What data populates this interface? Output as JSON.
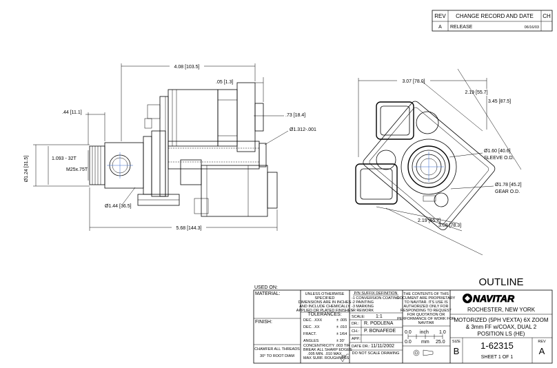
{
  "rev_table": {
    "headers": [
      "REV",
      "CHANGE RECORD AND DATE",
      "CH"
    ],
    "row": {
      "rev": "A",
      "change": "RELEASE",
      "date": "06/16/03",
      "ch": ""
    }
  },
  "left_view": {
    "overall_length": "5.68 [144.3]",
    "length_408": "4.08 [103.5]",
    "dim_05": ".05 [1.3]",
    "dim_44": ".44 [11.1]",
    "dim_73": ".73 [18.4]",
    "dim_dia1312": "Ø1.312-.001",
    "thread_1093": "1.093 - 32T",
    "thread_m25": "M25x.75T",
    "dia_124": "Ø1.24 [31.5]",
    "dia_144": "Ø1.44 [36.5]"
  },
  "right_view": {
    "dim_307": "3.07 [78.0]",
    "dim_219_top": "2.19 [55.7]",
    "dim_345": "3.45 [87.5]",
    "sleeve": "Ø1.60 [40.6]",
    "sleeve_label": "SLEEVE O.D.",
    "gear": "Ø1.78 [45.2]",
    "gear_label": "GEAR O.D.",
    "dim_219_bottom": "2.19 [55.7]",
    "dim_308": "3.08 [78.3]"
  },
  "title_block": {
    "used_on": "USED ON:",
    "material": "MATERIAL:",
    "finish": "FINISH:",
    "chamfer": [
      "CHAMFER ALL THREADS",
      "30° TO ROOT DIAM"
    ],
    "unless": [
      "UNLESS OTHERWISE",
      "SPECIFIED",
      "DIMENSIONS ARE IN INCHES",
      "AND INCLUDE CHEMICALLY",
      "APPLIED OR PLATED FINISHES"
    ],
    "tolerances": "TOLERANCES:",
    "tol_rows": [
      {
        "label": "DEC. .XXX",
        "value": "± .005"
      },
      {
        "label": "DEC. .XX",
        "value": "± .010"
      },
      {
        "label": "FRACT.",
        "value": "± 1/64"
      },
      {
        "label": "ANGLES",
        "value": "± 30'"
      }
    ],
    "concentricity": "CONCENTRICITY  .003 TIR",
    "break_edges": [
      "BREAK ALL SHARP EDGES",
      ".005 MIN. .010 MAX"
    ],
    "max_surf": "MAX SURF. ROUGHNESS",
    "roughness": "32",
    "pn_suffix": {
      "title": "P/N SUFFIX DEFINITION",
      "items": [
        "-1 CONVERSION COATING",
        "-2 PAINTING",
        "-3 MARKING",
        "-R REWORK"
      ]
    },
    "scale_label": "SCALE:",
    "scale": "1:1",
    "dr_label": "DR.:",
    "drawn": "R. PODLENA",
    "ch_label": "CH.:",
    "checked": "P. BONAFEDE",
    "app_label": "APP.:",
    "date_label": "DATE DR.:",
    "date": "11/11/2002",
    "no_scale": "DO NOT SCALE DRAWING",
    "proprietary": [
      "THE CONTENTS OF THIS",
      "DOCUMENT ARE PROPRIETARY",
      "TO NAVITAR. ITS USE IS",
      "AUTHORIZED ONLY FOR",
      "RESPONDING TO REQUEST",
      "FOR QUOTATION OR",
      "PERFORMANCE OF WORK FOR",
      "NAVITAR"
    ],
    "scale_bar": {
      "inch_left": "0.0",
      "inch_label": "inch",
      "inch_right": "1.0",
      "mm_left": "0.0",
      "mm_label": "mm",
      "mm_right": "25.0"
    },
    "outline": "OUTLINE",
    "company": "NAVITAR",
    "location": "ROCHESTER, NEW YORK",
    "description": [
      "MOTORIZED (5PH VEXTA) 6X ZOOM",
      "& 3mm FF w/COAX, DUAL 2",
      "POSITION LS (HE)"
    ],
    "size_label": "SIZE",
    "size": "B",
    "part_number": "1-62315",
    "sheet": "SHEET 1 OF 1",
    "rev_label": "REV",
    "rev": "A"
  }
}
